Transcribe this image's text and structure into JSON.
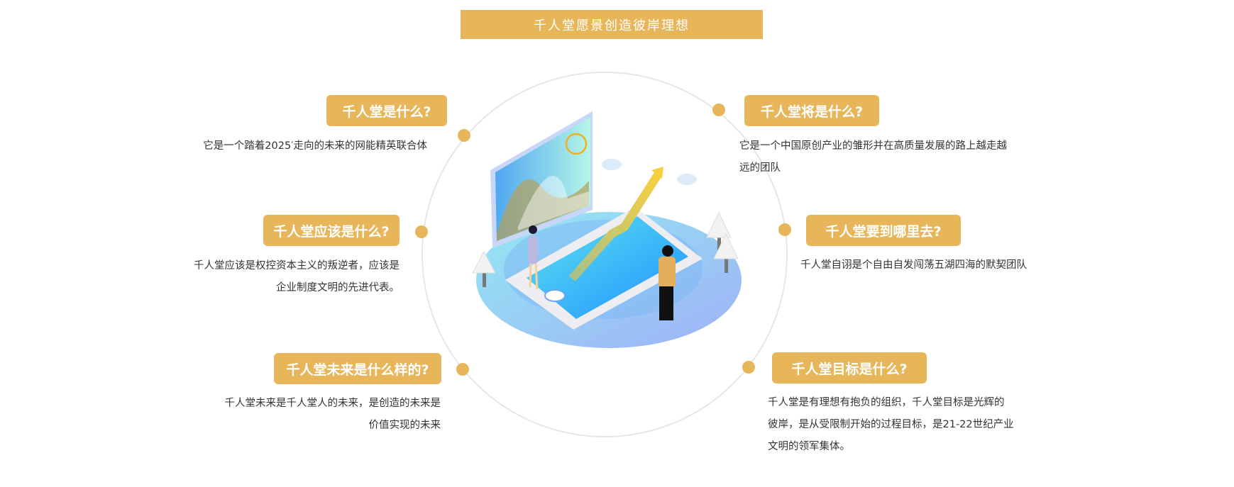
{
  "title": "千人堂愿景创造彼岸理想",
  "colors": {
    "accent": "#E8B65A",
    "ring": "#E6E6E6"
  },
  "items": [
    {
      "question": "千人堂是什么?",
      "answer": [
        "它是一个踏着2025′走向的未来的网能精英联合体"
      ]
    },
    {
      "question": "千人堂将是什么?",
      "answer": [
        "它是一个中国原创产业的雏形并在高质量发展的路上越走越",
        "远的团队"
      ]
    },
    {
      "question": "千人堂应该是什么?",
      "answer": [
        "千人堂应该是权控资本主义的叛逆者，应该是",
        "企业制度文明的先进代表。"
      ]
    },
    {
      "question": "千人堂要到哪里去?",
      "answer": [
        "千人堂自诩是个自由自发闯荡五湖四海的默契团队"
      ]
    },
    {
      "question": "千人堂未来是什么样的?",
      "answer": [
        "千人堂未来是千人堂人的未来，是创造的未来是",
        "价值实现的未来"
      ]
    },
    {
      "question": "千人堂目标是什么?",
      "answer": [
        "千人堂是有理想有抱负的组织，千人堂目标是光辉的",
        "彼岸，是从受限制开始的过程目标，是21-22世纪产业",
        "文明的领军集体。"
      ]
    }
  ]
}
